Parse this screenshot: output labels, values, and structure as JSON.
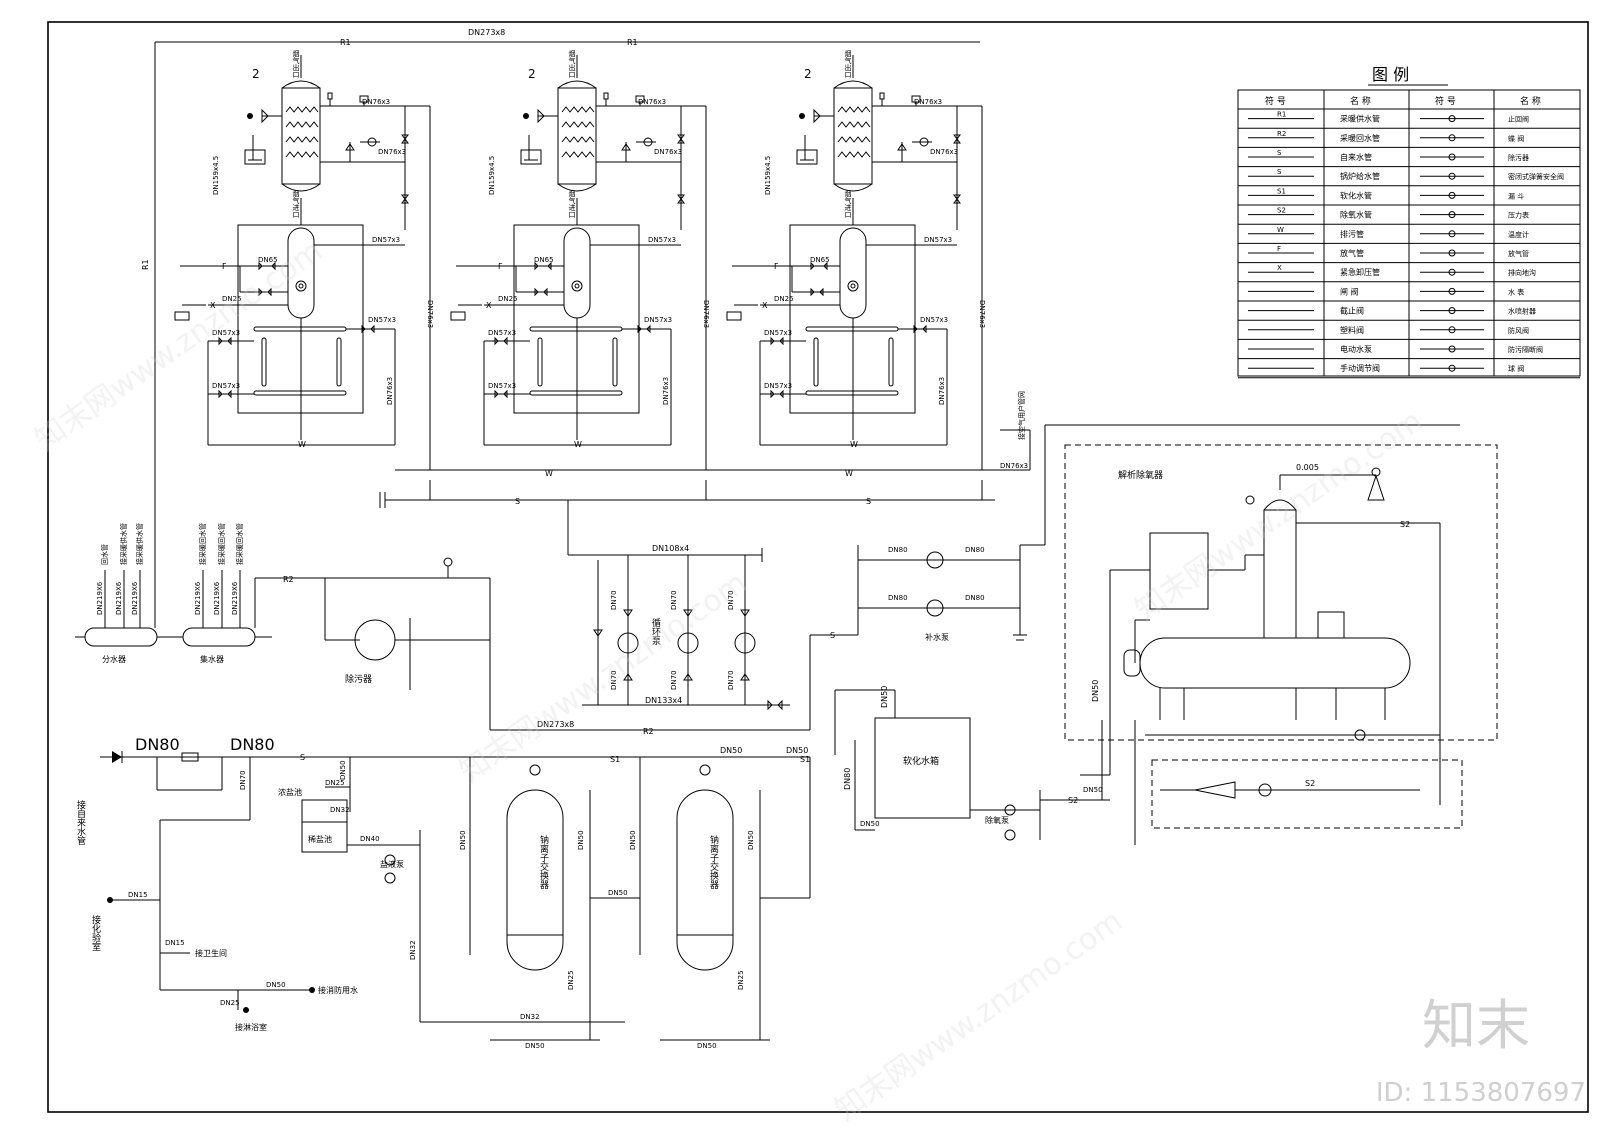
{
  "legend": {
    "title": "图 例",
    "headers": [
      "符 号",
      "名 称",
      "符 号",
      "名 称"
    ],
    "rows": [
      {
        "code": "R1",
        "name": "采暖供水管",
        "sym": "check-valve",
        "sym_name": "止回阀"
      },
      {
        "code": "R2",
        "name": "采暖回水管",
        "sym": "butterfly-valve",
        "sym_name": "蝶 阀"
      },
      {
        "code": "S",
        "name": "自来水管",
        "sym": "strainer",
        "sym_name": "除污器"
      },
      {
        "code": "S",
        "name": "锅炉给水管",
        "sym": "safety-valve",
        "sym_name": "密闭式弹簧安全阀"
      },
      {
        "code": "S1",
        "name": "软化水管",
        "sym": "funnel",
        "sym_name": "漏 斗"
      },
      {
        "code": "S2",
        "name": "除氧水管",
        "sym": "pressure-gauge",
        "sym_name": "压力表"
      },
      {
        "code": "W",
        "name": "排污管",
        "sym": "thermometer",
        "sym_name": "温度计"
      },
      {
        "code": "F",
        "name": "放气管",
        "sym": "air-vent",
        "sym_name": "放气管"
      },
      {
        "code": "X",
        "name": "紧急卸压管",
        "sym": "drain-trench",
        "sym_name": "排向地沟"
      },
      {
        "code": "",
        "name": "闸 阀",
        "sym": "water-meter",
        "sym_name": "水 表"
      },
      {
        "code": "",
        "name": "截止阀",
        "sym": "ejector",
        "sym_name": "水喷射器"
      },
      {
        "code": "",
        "name": "塑料阀",
        "sym": "float-valve",
        "sym_name": "防风阀"
      },
      {
        "code": "",
        "name": "电动水泵",
        "sym": "backflow-preventer",
        "sym_name": "防污隔断阀"
      },
      {
        "code": "",
        "name": "手动调节阀",
        "sym": "ball-valve",
        "sym_name": "球 阀"
      }
    ]
  },
  "boilers": {
    "item_no": "2",
    "flue_out": "烟气出口",
    "flue_in": "烟气进口",
    "dn159": "DN159x4.5",
    "dn76": "DN76x3",
    "dn57": "DN57x3",
    "dn65": "DN65",
    "dn25": "DN25",
    "f": "F",
    "x": "X",
    "w": "W"
  },
  "mains": {
    "r1": "R1",
    "r2": "R2",
    "dn273x8": "DN273x8",
    "dn108": "DN108x4",
    "dn133": "DN133x4",
    "dn70": "DN70",
    "dn80": "DN80",
    "s": "S",
    "s1": "S1",
    "s2": "S2",
    "dn50": "DN50",
    "dn25": "DN25",
    "dn32": "DN32",
    "dn40": "DN40",
    "dn15": "DN15",
    "dn219": "DN219X6",
    "w": "W",
    "vent_note": "接空气用户管网",
    "vent_dn": "DN76x3"
  },
  "labels": {
    "distributor": "分水器",
    "collector": "集水器",
    "strainer": "除污器",
    "circ_pump": "循环泵",
    "makeup_pump": "补水泵",
    "deaerator": "解析除氧器",
    "soft_tank": "软化水箱",
    "deaer_pump": "除氧泵",
    "brine_tank": "浓盐池",
    "dilute_tank": "稀盐池",
    "brine_pump": "盐液泵",
    "ion_exchanger": "钠离子交换器",
    "from_city": "接自来水管",
    "to_lab": "接化验室",
    "to_wc": "接卫生间",
    "to_fire": "接消防用水",
    "to_bath": "接淋浴室",
    "big_dn80_a": "DN80",
    "big_dn80_b": "DN80",
    "dn005": "0.005"
  },
  "dist_branches": [
    "回水管",
    "接采暖供水管",
    "接采暖供水管"
  ],
  "coll_branches": [
    "接采暖回水管",
    "接采暖回水管",
    "接采暖回水管"
  ],
  "watermark": {
    "brand": "知末",
    "id_text": "ID: 1153807697",
    "site": "知末网www.znzmo.com"
  }
}
